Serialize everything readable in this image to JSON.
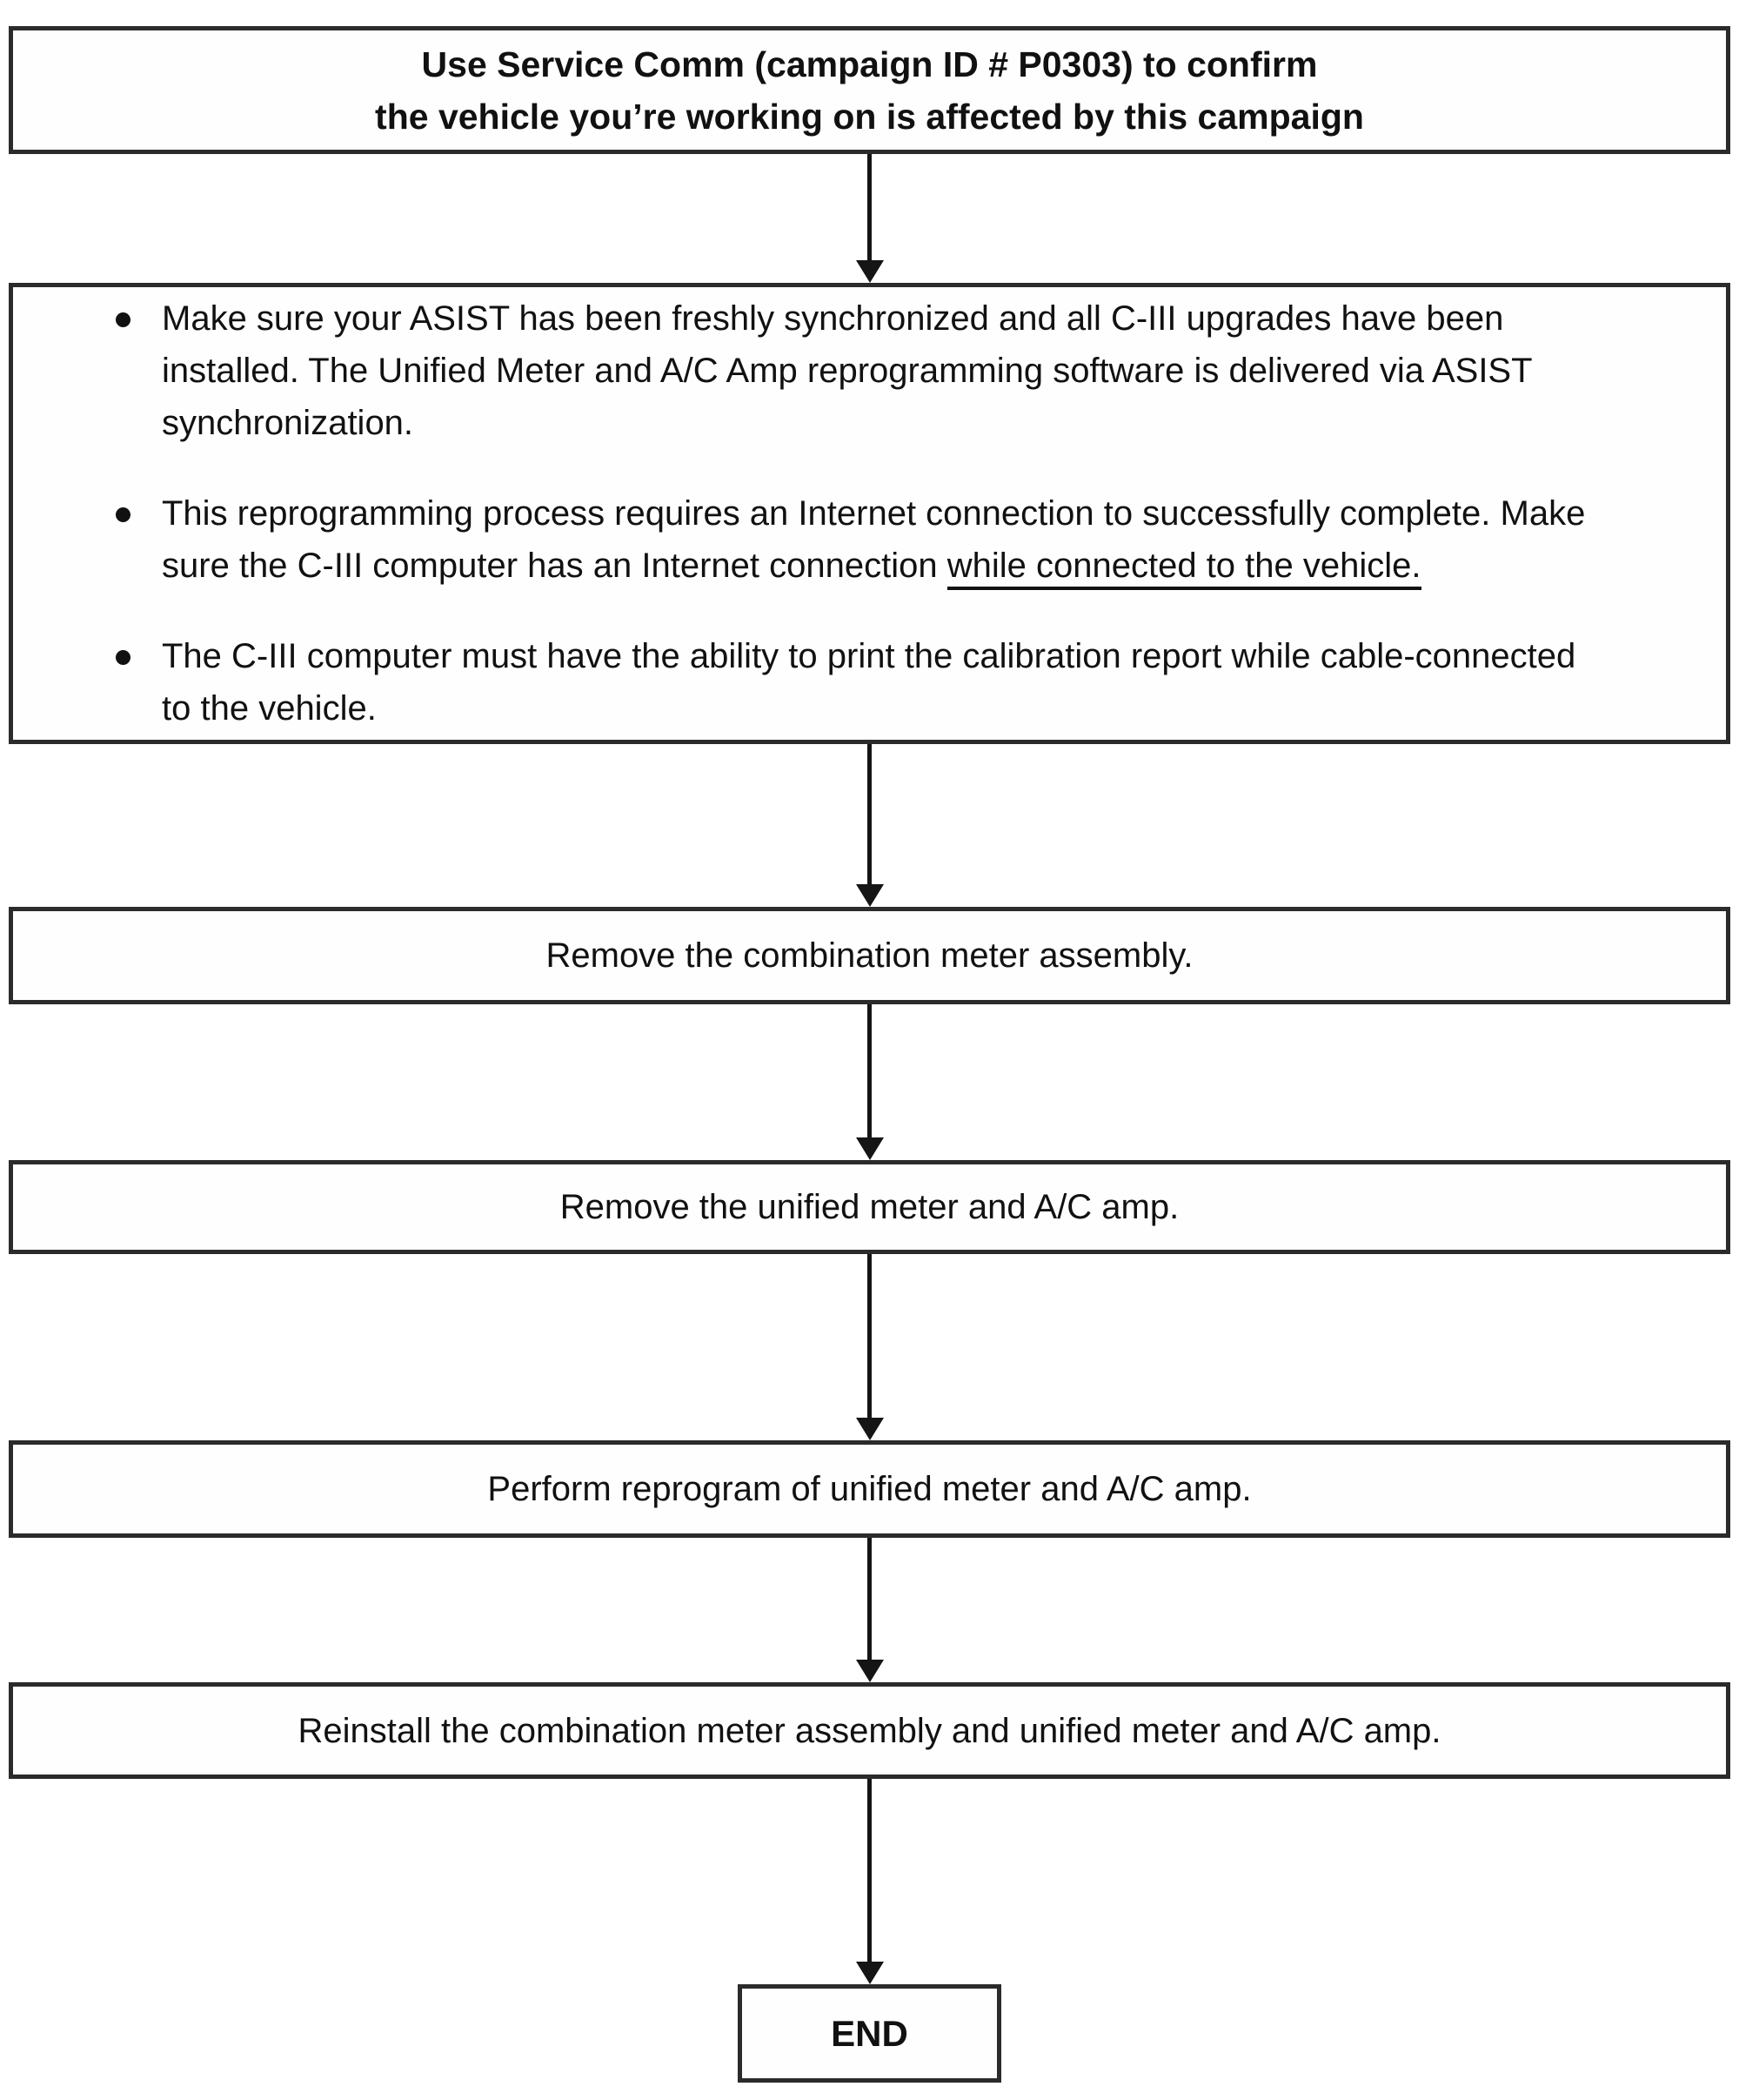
{
  "colors": {
    "background": "#ffffff",
    "border": "#2b2b2b",
    "text": "#111111",
    "arrow": "#151515"
  },
  "flowchart": {
    "start": {
      "text": "Use Service Comm (campaign ID # P0303) to confirm\nthe vehicle you’re working on is affected by this campaign"
    },
    "prep": {
      "bullets": [
        {
          "text": "Make sure your ASIST has been freshly synchronized and all C-III upgrades have been installed. The Unified Meter and A/C Amp reprogramming software is delivered via ASIST synchronization."
        },
        {
          "text_before": "This reprogramming process requires an Internet connection to successfully complete. Make sure the C-III computer has an Internet connection ",
          "text_underlined": "while connected to the vehicle."
        },
        {
          "text": "The C-III computer must have the ability to print the calibration report while cable-connected to the vehicle."
        }
      ]
    },
    "steps": [
      {
        "text": "Remove the combination meter assembly."
      },
      {
        "text": "Remove the unified meter and A/C amp."
      },
      {
        "text": "Perform reprogram of unified meter and A/C amp."
      },
      {
        "text": "Reinstall the combination meter assembly and unified meter and A/C amp."
      }
    ],
    "end": {
      "text": "END"
    }
  }
}
